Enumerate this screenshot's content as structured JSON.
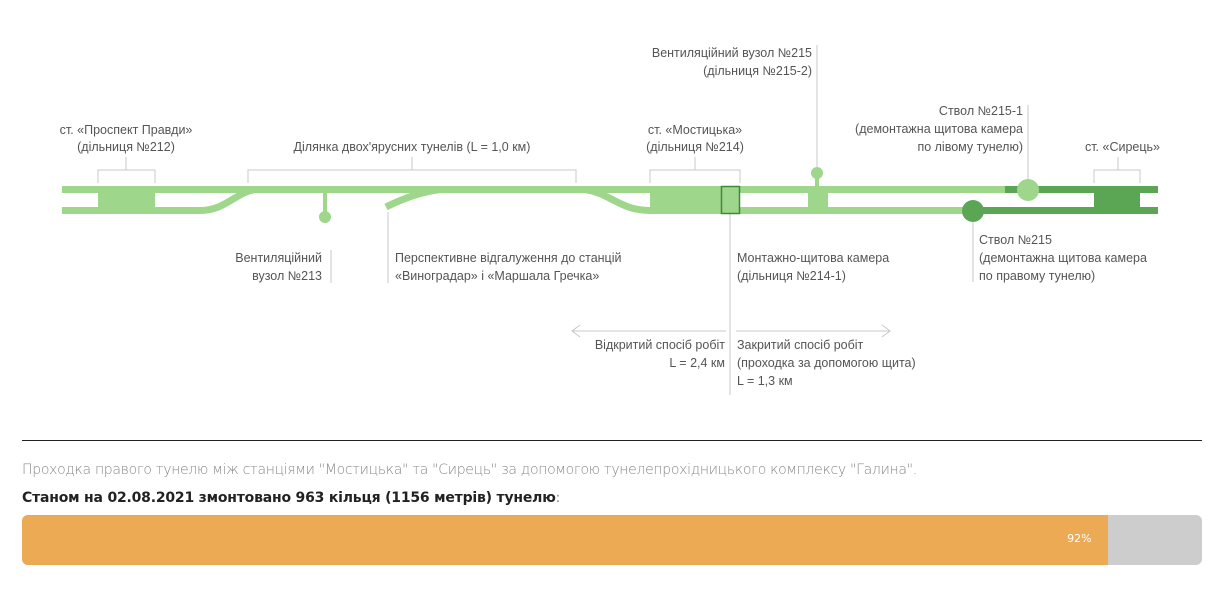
{
  "diagram": {
    "pravdy": [
      "ст. «Проспект Правди»",
      "(дільниця №212)"
    ],
    "double_deck": "Ділянка двох'ярусних тунелів (L = 1,0 км)",
    "mostytska": [
      "ст. «Мостицька»",
      "(дільниця №214)"
    ],
    "vent215": [
      "Вентиляційний вузол №215",
      "(дільниця №215-2)"
    ],
    "shaft2151": [
      "Ствол №215-1",
      "(демонтажна щитова камера",
      "по лівому тунелю)"
    ],
    "syrets": "ст. «Сирець»",
    "vent213": [
      "Вентиляційний",
      "вузол №213"
    ],
    "branch": [
      "Перспективне відгалуження до станцій",
      "«Виноградар» і «Маршала Гречка»"
    ],
    "montazh": [
      "Монтажно-щитова камера",
      "(дільниця №214-1)"
    ],
    "shaft215": [
      "Ствол №215",
      "(демонтажна щитова камера",
      "по правому тунелю)"
    ],
    "open_method": [
      "Відкритий спосіб робіт",
      "L = 2,4 км"
    ],
    "closed_method": [
      "Закритий спосіб робіт",
      "(проходка за допомогою щита)",
      "L = 1,3 км"
    ],
    "colors": {
      "light": "#9ed68c",
      "dark": "#5aa655",
      "line": "#c8c8c8"
    }
  },
  "progress": {
    "description": "Проходка правого тунелю між станціями \"Мостицька\" та \"Сирець\" за допомогою тунелепрохідницького комплексу \"Галина\".",
    "status": "Станом на 02.08.2021 змонтовано 963 кільця (1156 метрів) тунелю",
    "colon": ":",
    "percent": 92,
    "percent_label": "92%",
    "fill_color": "#edaa55"
  }
}
